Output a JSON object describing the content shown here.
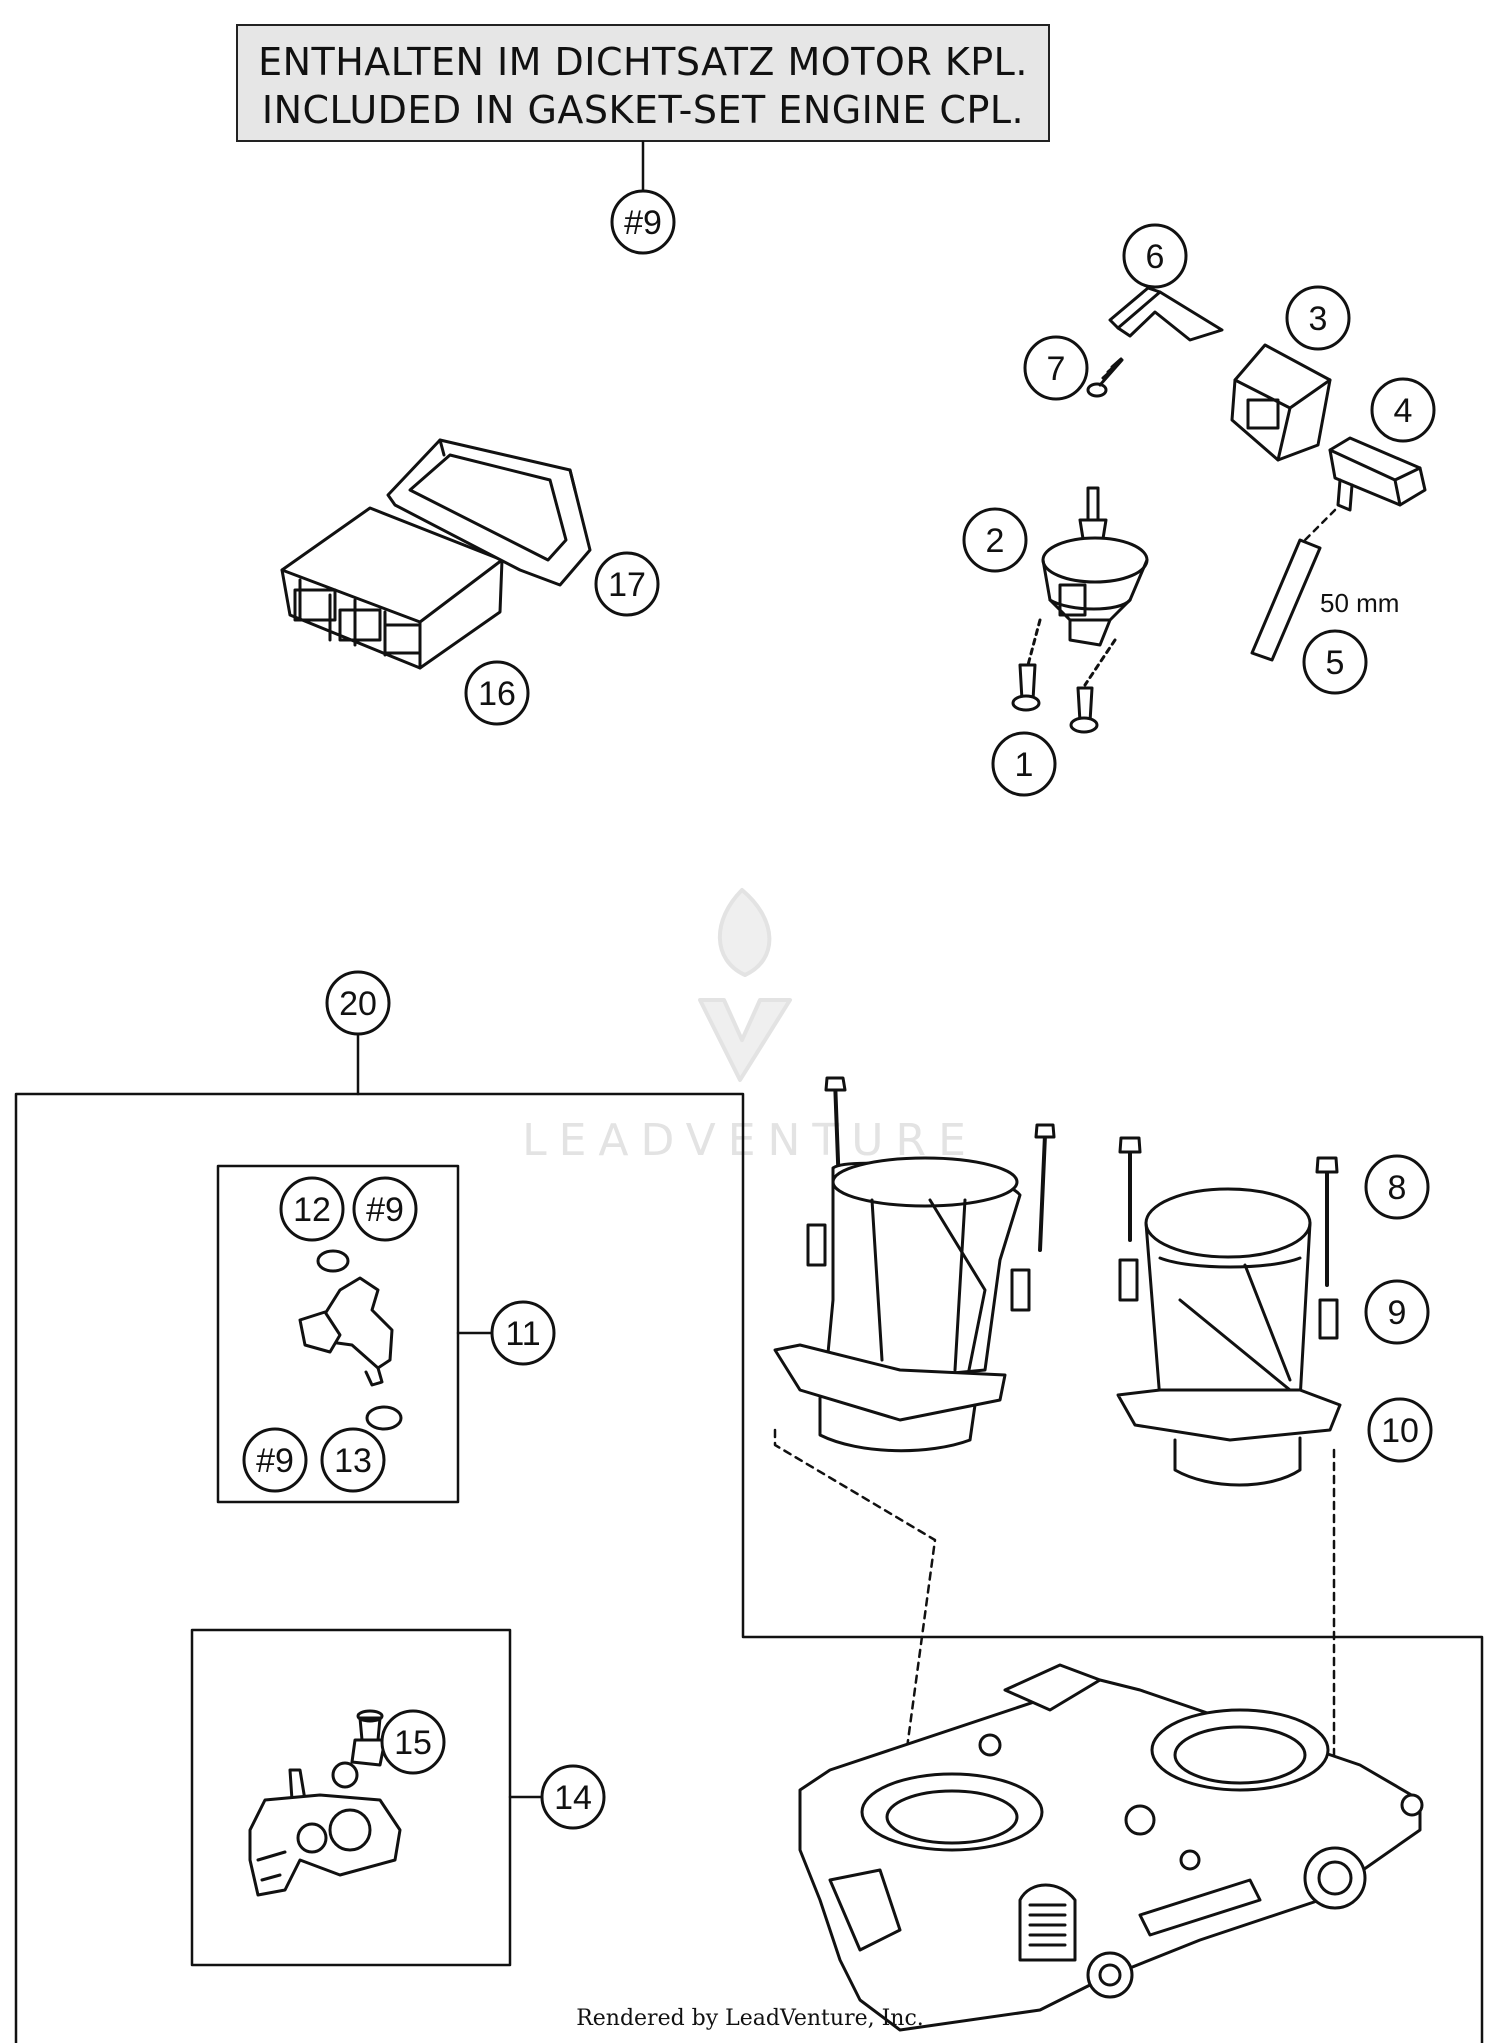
{
  "header": {
    "line1": "ENTHALTEN IM DICHTSATZ MOTOR KPL.",
    "line2": "INCLUDED IN GASKET-SET ENGINE CPL.",
    "reference": "#9"
  },
  "callouts": {
    "c1": "1",
    "c2": "2",
    "c3": "3",
    "c4": "4",
    "c5": "5",
    "c6": "6",
    "c7": "7",
    "c8": "8",
    "c9": "9",
    "c10": "10",
    "c11": "11",
    "c12": "12",
    "c13": "13",
    "c14": "14",
    "c15": "15",
    "c16": "16",
    "c17": "17",
    "c20": "20",
    "ref_a": "#9",
    "ref_b": "#9"
  },
  "dimension_label": "50 mm",
  "watermark": "LEADVENTURE",
  "footer": "Rendered by LeadVenture, Inc."
}
